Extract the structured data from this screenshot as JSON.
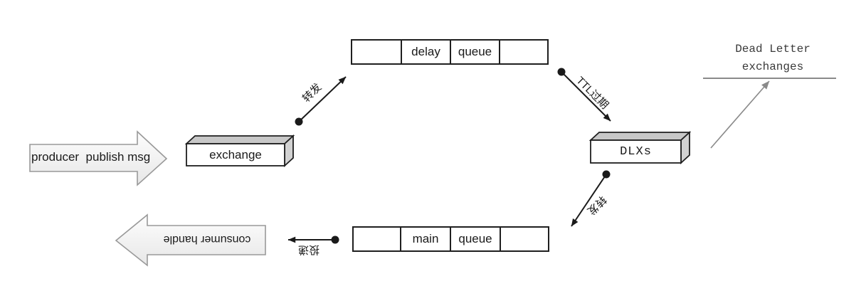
{
  "producer_arrow": {
    "label": "producer  publish msg"
  },
  "consumer_arrow": {
    "label": "consumer handle"
  },
  "exchange_box": {
    "label": "exchange"
  },
  "dlx_box": {
    "label": "DLXs"
  },
  "delay_queue": {
    "cells": [
      "",
      "delay",
      "queue",
      ""
    ]
  },
  "main_queue": {
    "cells": [
      "",
      "main",
      "queue",
      ""
    ]
  },
  "edges": {
    "forward_to_delay": {
      "label": "转发"
    },
    "ttl_expire": {
      "label": "TTL过期"
    },
    "forward_to_main": {
      "label": "转发"
    },
    "deliver_to_consumer": {
      "label": "投递"
    }
  },
  "dead_letter_note": {
    "line1": "Dead Letter",
    "line2": "exchanges"
  },
  "colors": {
    "line": "#1a1a1a",
    "gray_annotation": "#8a8a8a",
    "box_top_face": "#c8c8c8",
    "box_side_face": "#d2d2d2",
    "block_arrow_fill_top": "#fdfdfd",
    "block_arrow_fill_bottom": "#e7e7e7",
    "block_arrow_border": "#999999"
  }
}
